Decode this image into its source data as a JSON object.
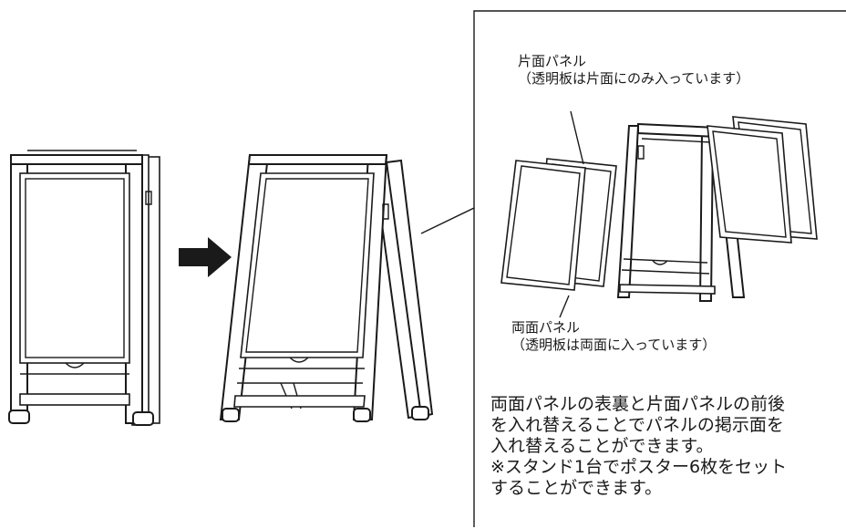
{
  "callouts": {
    "single_panel_title": "片面パネル",
    "single_panel_note": "（透明板は片面にのみ入っています）",
    "double_panel_title": "両面パネル",
    "double_panel_note": "（透明板は両面に入っています）"
  },
  "description": [
    "両面パネルの表裏と片面パネルの前後",
    "を入れ替えることでパネルの掲示面を",
    "入れ替えることができます。",
    "※スタンド1台でポスター6枚をセット",
    "することができます。"
  ],
  "colors": {
    "line": "#1a1a1a",
    "background": "#ffffff"
  },
  "icons": {
    "arrow": "right-arrow-icon"
  }
}
